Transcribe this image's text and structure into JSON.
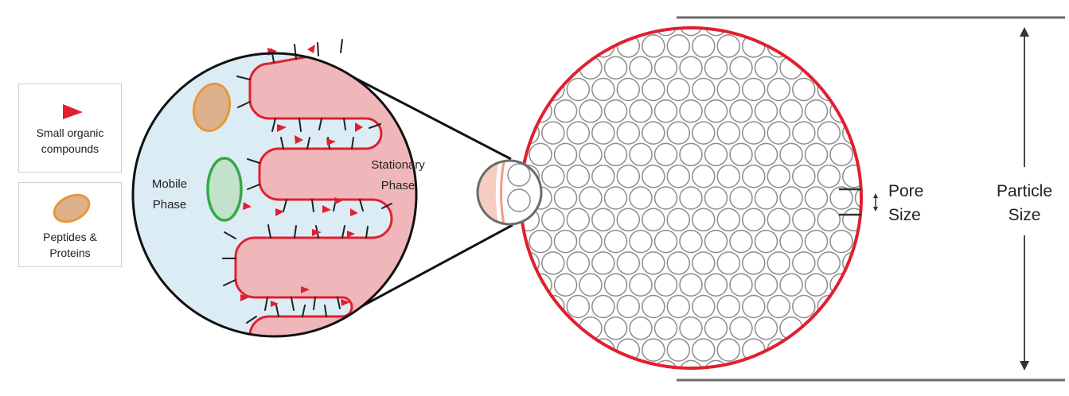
{
  "legend": {
    "small_line1": "Small organic",
    "small_line2": "compounds",
    "peptides_line1": "Peptides &",
    "peptides_line2": "Proteins"
  },
  "labels": {
    "mobile_line1": "Mobile",
    "mobile_line2": "Phase",
    "stationary_line1": "Stationary",
    "stationary_line2": "Phase",
    "pore_line1": "Pore",
    "pore_line2": "Size",
    "particle_line1": "Particle",
    "particle_line2": "Size"
  },
  "colors": {
    "red": "#e0202f",
    "pink": "#f0b7bb",
    "blue": "#dcecf4",
    "orange": "#e8973a",
    "orange_fill": "#dcb18c",
    "green": "#36a84a",
    "green_fill": "#c2e2cb",
    "gray": "#6b6b6b",
    "dark": "#222222"
  }
}
